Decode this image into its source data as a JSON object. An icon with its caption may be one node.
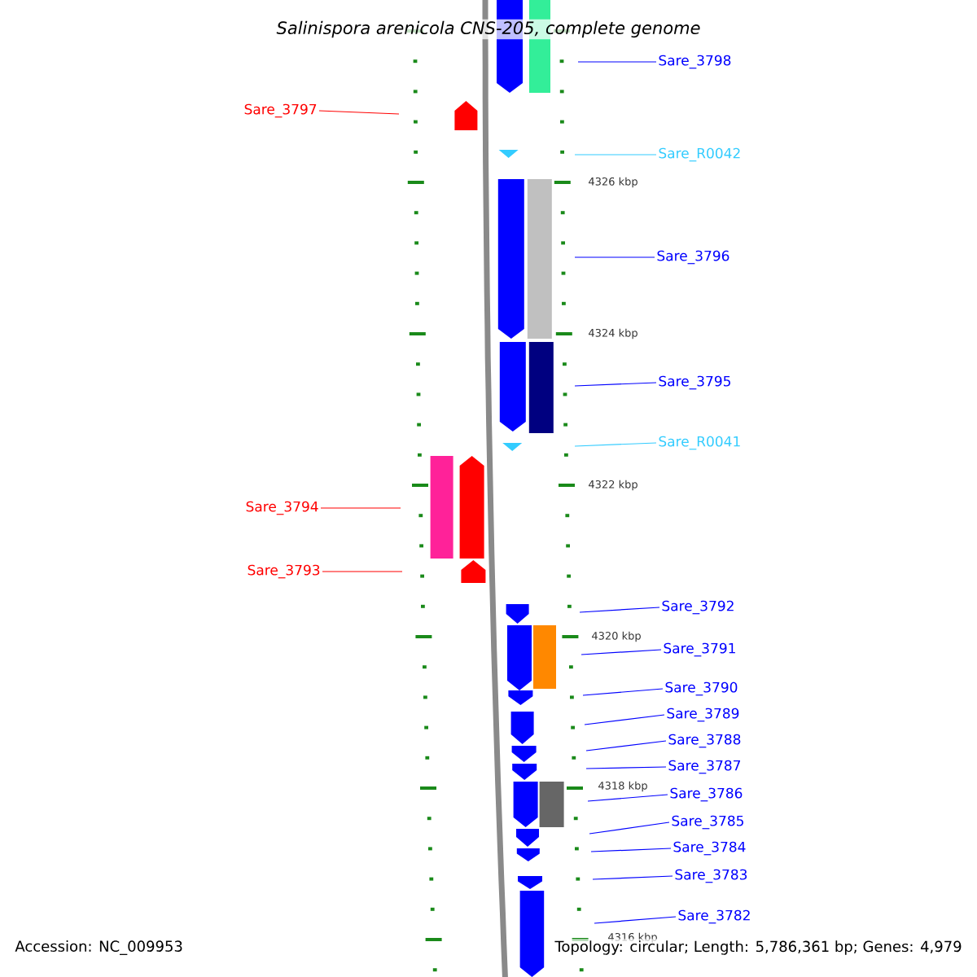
{
  "diagram": {
    "title": "Salinispora arenicola CNS-205, complete genome",
    "nodes": [
      {
        "text": [
          "Sare_3798"
        ]
      },
      {
        "text": [
          "Sare_3797"
        ]
      },
      {
        "text": [
          "Sare_R0042"
        ]
      },
      {
        "text": [
          "Sare_3796"
        ]
      },
      {
        "text": [
          "Sare_3795"
        ]
      },
      {
        "text": [
          "Sare_R0041"
        ]
      },
      {
        "text": [
          "Sare_3794"
        ]
      },
      {
        "text": [
          "Sare_3793"
        ]
      },
      {
        "text": [
          "Sare_3792"
        ]
      },
      {
        "text": [
          "Sare_3791"
        ]
      },
      {
        "text": [
          "Sare_3790"
        ]
      },
      {
        "text": [
          "Sare_3789"
        ]
      },
      {
        "text": [
          "Sare_3788"
        ]
      },
      {
        "text": [
          "Sare_3787"
        ]
      },
      {
        "text": [
          "Sare_3786"
        ]
      },
      {
        "text": [
          "Sare_3785"
        ]
      },
      {
        "text": [
          "Sare_3784"
        ]
      },
      {
        "text": [
          "Sare_3783"
        ]
      },
      {
        "text": [
          "Sare_3782"
        ]
      }
    ],
    "edges": [
      {
        "from": 0,
        "to": null,
        "arrow": "none"
      },
      {
        "from": 1,
        "to": null,
        "arrow": "none",
        "color": "#ff0000"
      },
      {
        "from": 2,
        "to": null,
        "arrow": "none",
        "color": "#33ccff"
      },
      {
        "from": 3,
        "to": null,
        "arrow": "none"
      },
      {
        "from": 4,
        "to": null,
        "arrow": "none"
      },
      {
        "from": 5,
        "to": null,
        "arrow": "none",
        "color": "#33ccff"
      },
      {
        "from": 6,
        "to": null,
        "arrow": "none",
        "color": "#ff0000"
      },
      {
        "from": 7,
        "to": null,
        "arrow": "none",
        "color": "#ff0000"
      },
      {
        "from": 8,
        "to": null,
        "arrow": "none"
      },
      {
        "from": 9,
        "to": null,
        "arrow": "none"
      },
      {
        "from": 10,
        "to": null,
        "arrow": "none"
      },
      {
        "from": 11,
        "to": null,
        "arrow": "none"
      },
      {
        "from": 12,
        "to": null,
        "arrow": "none"
      },
      {
        "from": 13,
        "to": null,
        "arrow": "none"
      },
      {
        "from": 14,
        "to": null,
        "arrow": "none"
      },
      {
        "from": 15,
        "to": null,
        "arrow": "none"
      },
      {
        "from": 16,
        "to": null,
        "arrow": "none"
      },
      {
        "from": 17,
        "to": null,
        "arrow": "none"
      },
      {
        "from": 18,
        "to": null,
        "arrow": "none"
      }
    ],
    "labels": [
      "4326 kbp",
      "4324 kbp",
      "4322 kbp",
      "4320 kbp",
      "4318 kbp",
      "4316 kbp",
      "Accession: NC_009953",
      "Topology: circular; Length: 5,786,361 bp; Genes: 4,979"
    ]
  }
}
